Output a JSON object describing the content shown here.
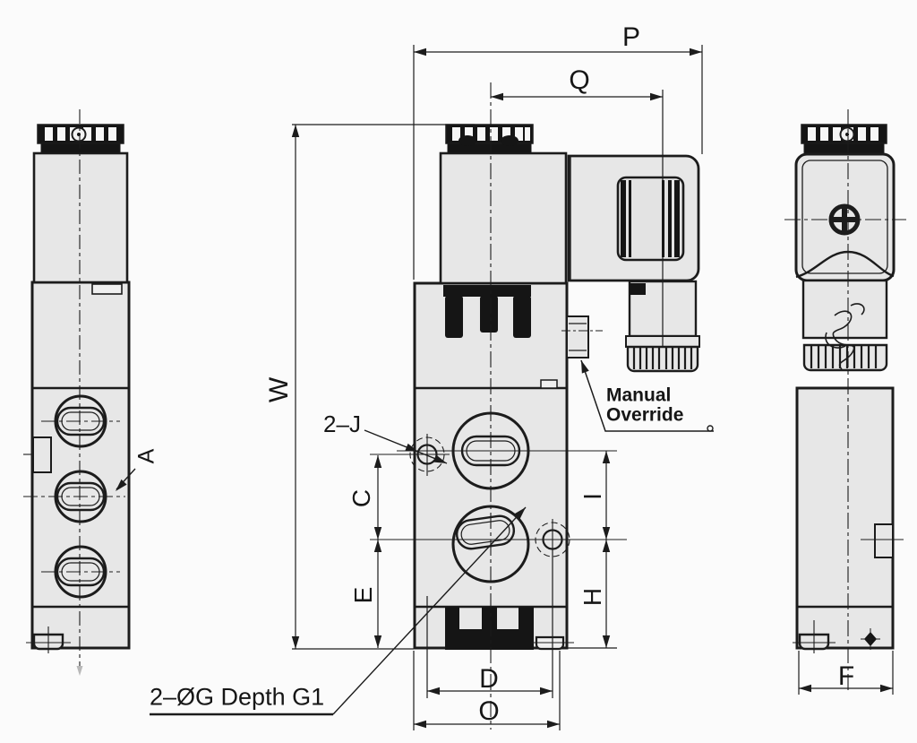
{
  "drawing": {
    "type": "engineering dimensional drawing, solenoid valve, three orthographic views",
    "dimension_labels": {
      "p": "P",
      "q": "Q",
      "w": "W",
      "c": "C",
      "e": "E",
      "i": "I",
      "h": "H",
      "d": "D",
      "o": "O",
      "f": "F"
    },
    "callouts": {
      "two_j": "2–J",
      "port_a": "A",
      "manual_override_line1": "Manual",
      "manual_override_line2": "Override",
      "thread_note": "2–ØG Depth G1"
    },
    "colors": {
      "line": "#1c1c1c",
      "body_fill": "#e7e7e7",
      "black_fill": "#151515",
      "background": "#fbfbfb"
    }
  }
}
